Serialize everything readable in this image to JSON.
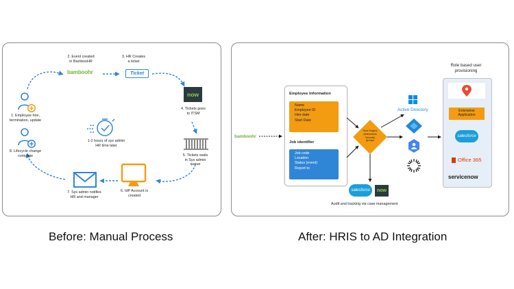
{
  "left": {
    "caption": "Before: Manual Process",
    "steps": {
      "employee": [
        "1. Employee hire,",
        "termination, update"
      ],
      "event": [
        "2. Event created",
        "in BambooHR"
      ],
      "hr_ticket": [
        "3. HR Creates",
        "a ticket"
      ],
      "itsm": [
        "4. Tickets goes",
        "to ITSM"
      ],
      "queue": [
        "5. Tickets waits",
        "in Sys admin",
        "queue"
      ],
      "idp": [
        "6. IdP Account is",
        "created"
      ],
      "notify": [
        "7. Sys admin notifies",
        "HR and manager"
      ],
      "lifecycle": [
        "8. Lifecycle change",
        "complete"
      ]
    },
    "timer_note": [
      "1-2 hours of sys admin",
      "HR time later"
    ],
    "bamboo_logo": "bamboohr",
    "ticket_label": "Ticket",
    "now_logo": "now"
  },
  "right": {
    "caption": "After: HRIS to AD Integration",
    "bamboo_logo": "bamboohr",
    "employee_info_title": "Employee Information",
    "employee_fields": [
      "Name",
      "Employee ID",
      "Hire date",
      "Start Date"
    ],
    "job_title": "Job identifier",
    "job_fields": [
      "Job code",
      "Location",
      "Status (event)",
      "Report to"
    ],
    "rule_engine": [
      "Rule Engine",
      "determines",
      "Security",
      "groups"
    ],
    "active_directory": "Active Directory",
    "audit_text": "Audit and tracking via case management",
    "salesforce": "salesforce",
    "now_logo": "now",
    "provisioning_title": [
      "Role based user",
      "provisioning"
    ],
    "enterprise_app": [
      "Enterprise",
      "Application"
    ],
    "office365": "Office 365",
    "servicenow": "servicenow",
    "colors": {
      "blue": "#2f86d6",
      "orange": "#f39c12",
      "green": "#73b53a",
      "red": "#d83b01"
    }
  }
}
